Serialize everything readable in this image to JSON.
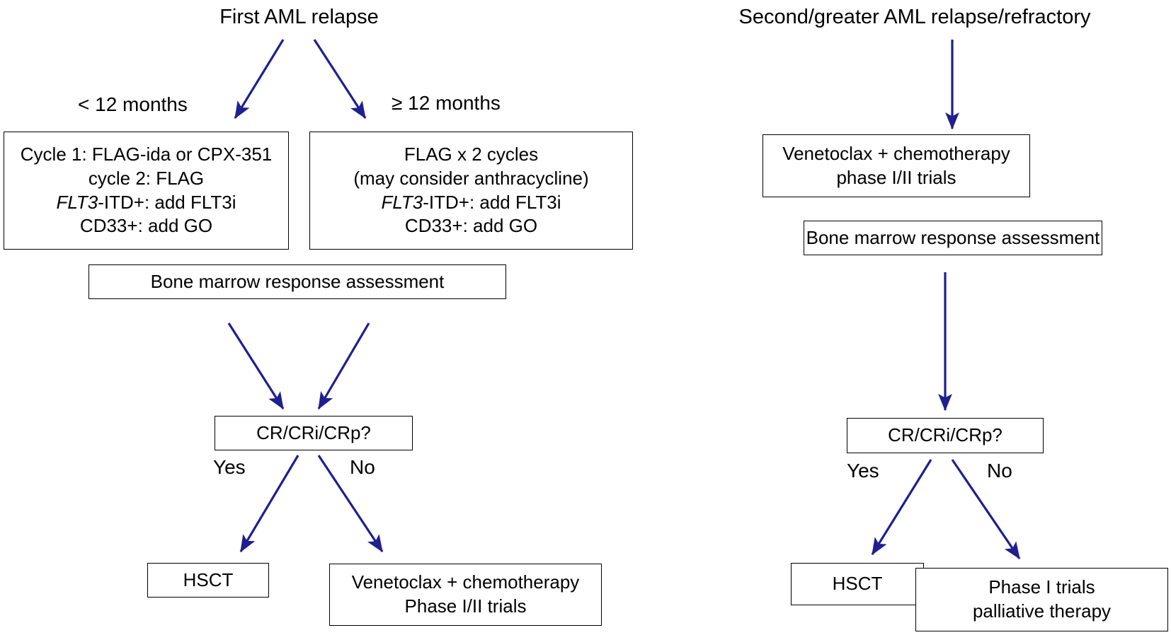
{
  "diagram": {
    "title": "AML relapse / refractory treatment algorithm",
    "arrow_color": "#1f1f8f",
    "box_border_color": "#000000",
    "text_color": "#000000",
    "background_color": "#ffffff"
  },
  "left_branch": {
    "heading": "First AML relapse",
    "edge_labels": {
      "early": "< 12 months",
      "late": "≥ 12 months",
      "yes": "Yes",
      "no": "No"
    },
    "early_treatment_box": {
      "line1": "Cycle 1: FLAG-ida or CPX-351",
      "line2": "cycle 2: FLAG",
      "line3_italic": "FLT3",
      "line3_rest": "-ITD+: add FLT3i",
      "line4": "CD33+: add GO"
    },
    "late_treatment_box": {
      "line1": "FLAG x 2 cycles",
      "line2": "(may consider anthracycline)",
      "line3_italic": "FLT3",
      "line3_rest": "-ITD+: add FLT3i",
      "line4": "CD33+: add GO"
    },
    "assessment_box": "Bone marrow response assessment",
    "decision_box": "CR/CRi/CRp?",
    "yes_outcome_box": "HSCT",
    "no_outcome_box": {
      "line1": "Venetoclax + chemotherapy",
      "line2": "Phase I/II  trials"
    }
  },
  "right_branch": {
    "heading": "Second/greater AML relapse/refractory",
    "edge_labels": {
      "yes": "Yes",
      "no": "No"
    },
    "treatment_box": {
      "line1": "Venetoclax + chemotherapy",
      "line2": "phase I/II trials"
    },
    "assessment_box": "Bone marrow response assessment",
    "decision_box": "CR/CRi/CRp?",
    "yes_outcome_box": "HSCT",
    "no_outcome_box": {
      "line1": "Phase I trials",
      "line2": "palliative therapy"
    }
  }
}
